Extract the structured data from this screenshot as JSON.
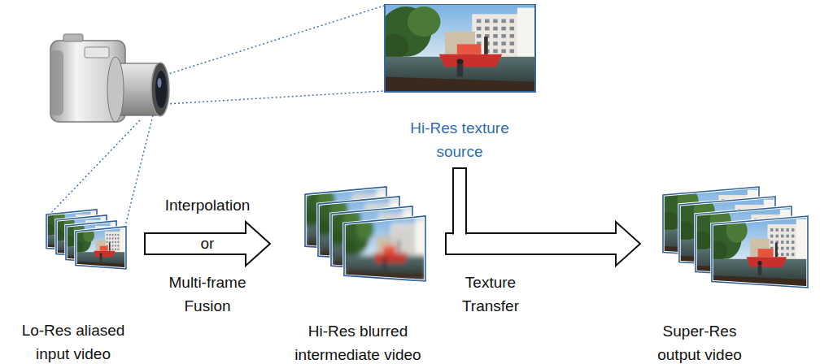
{
  "diagram": {
    "nodes": [
      {
        "text": [
          "Lo-Res aliased input video"
        ]
      },
      {
        "text": [
          "Hi-Res blurred intermediate video"
        ]
      },
      {
        "text": [
          "Hi-Res texture source"
        ]
      },
      {
        "text": [
          "Super-Res output video"
        ]
      }
    ],
    "edges": [
      {
        "from": 0,
        "to": 1,
        "arrow": "to"
      },
      {
        "from": 1,
        "to": 3,
        "arrow": "to"
      },
      {
        "from": 2,
        "to": 3,
        "arrow": "to"
      }
    ],
    "labels": [
      "Interpolation",
      "or",
      "Multi-frame Fusion",
      "Texture Transfer"
    ]
  }
}
